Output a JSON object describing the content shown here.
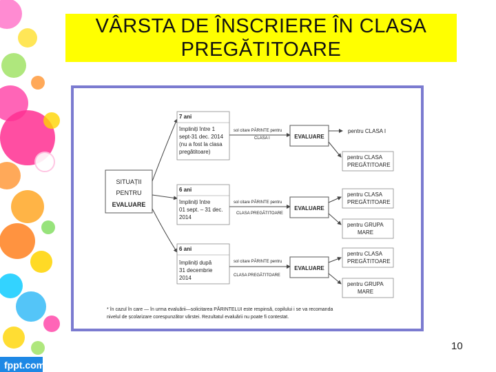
{
  "slide": {
    "title_line1": "VÂRSTA DE ÎNSCRIERE ÎN CLASA",
    "title_line2": "PREGĂTITOARE",
    "page_number": "10",
    "brand": "fppt.com"
  },
  "colors": {
    "title_bg": "#ffff00",
    "frame_border": "#7b7bd0"
  },
  "diagram": {
    "root": {
      "line1": "SITUAȚII",
      "line2": "PENTRU",
      "line3": "EVALUARE"
    },
    "rows": [
      {
        "age": "7 ani",
        "desc": [
          "împliniți între 1",
          "sept-31 dec. 2014",
          "(nu a fost la clasa",
          "pregătitoare)"
        ],
        "request": [
          "sol citare PĂRINTE pentru",
          "CLASA I"
        ],
        "evaluation": "EVALUARE",
        "outcomes": [
          [
            "pentru CLASA I"
          ],
          [
            "pentru CLASA",
            "PREGĂTITOARE"
          ]
        ]
      },
      {
        "age": "6 ani",
        "desc": [
          "împliniți între",
          "01 sept. – 31 dec.",
          "2014"
        ],
        "request": [
          "sol citare PĂRINTE pentru",
          "CLASA PREGĂTITOARE"
        ],
        "evaluation": "EVALUARE",
        "outcomes": [
          [
            "pentru CLASA",
            "PREGĂTITOARE"
          ],
          [
            "pentru GRUPA",
            "MARE"
          ]
        ]
      },
      {
        "age": "6 ani",
        "desc": [
          "împliniți după",
          "31 decembrie",
          "2014"
        ],
        "request": [
          "sol citare PĂRINTE pentru",
          "CLASA PREGĂTITOARE"
        ],
        "evaluation": "EVALUARE",
        "outcomes": [
          [
            "pentru CLASA",
            "PREGĂTITOARE"
          ],
          [
            "pentru GRUPA",
            "MARE"
          ]
        ]
      }
    ],
    "footnote_line1": "* în cazul în care — în urma evaluării—solicitarea PĂRINTELUI este respinsă, copilului i se va recomanda",
    "footnote_line2": "nivelul de școlarizare corespunzător vârstei. Rezultatul evaluării nu poate fi contestat."
  }
}
